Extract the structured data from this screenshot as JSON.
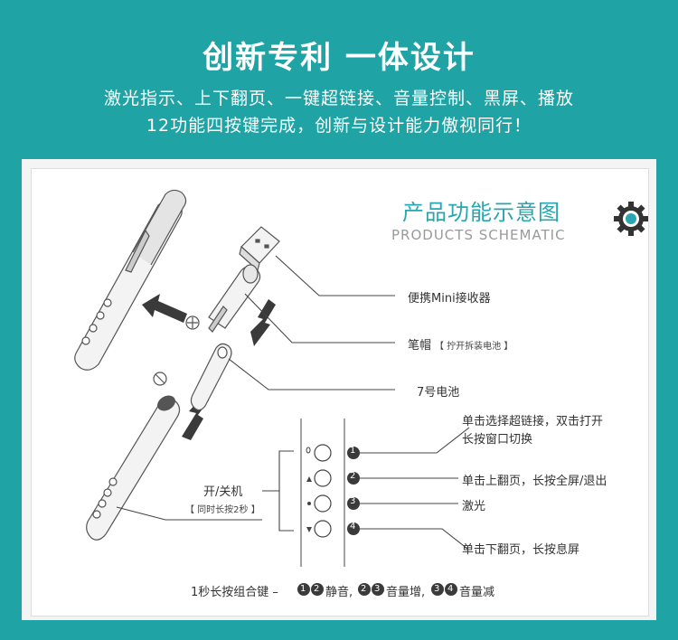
{
  "header": {
    "title": "创新专利 一体设计",
    "line1": "激光指示、上下翻页、一键超链接、音量控制、黑屏、播放",
    "line2": "12功能四按键完成，创新与设计能力傲视同行！"
  },
  "section": {
    "title": "产品功能示意图",
    "subtitle": "PRODUCTS SCHEMATIC",
    "icon": "gear-icon"
  },
  "parts": {
    "receiver": "便携Mini接收器",
    "cap": "笔帽",
    "cap_note": "【 拧开拆装电池 】",
    "battery": "7号电池",
    "power": "开/关机",
    "power_note": "【 同时长按2秒 】"
  },
  "buttons": [
    {
      "num": "1",
      "desc_line1": "单击选择超链接，双击打开",
      "desc_line2": "长按窗口切换"
    },
    {
      "num": "2",
      "desc_line1": "单击上翻页，长按全屏/退出",
      "desc_line2": ""
    },
    {
      "num": "3",
      "desc_line1": "激光",
      "desc_line2": ""
    },
    {
      "num": "4",
      "desc_line1": "单击下翻页，长按息屏",
      "desc_line2": ""
    }
  ],
  "combo": {
    "prefix": "1秒长按组合键 –",
    "pairs": [
      {
        "a": "1",
        "b": "2",
        "label": "静音,"
      },
      {
        "a": "2",
        "b": "3",
        "label": "音量增,"
      },
      {
        "a": "3",
        "b": "4",
        "label": "音量减"
      }
    ]
  },
  "colors": {
    "background": "#1fa3a5",
    "accent": "#29a6b1"
  }
}
